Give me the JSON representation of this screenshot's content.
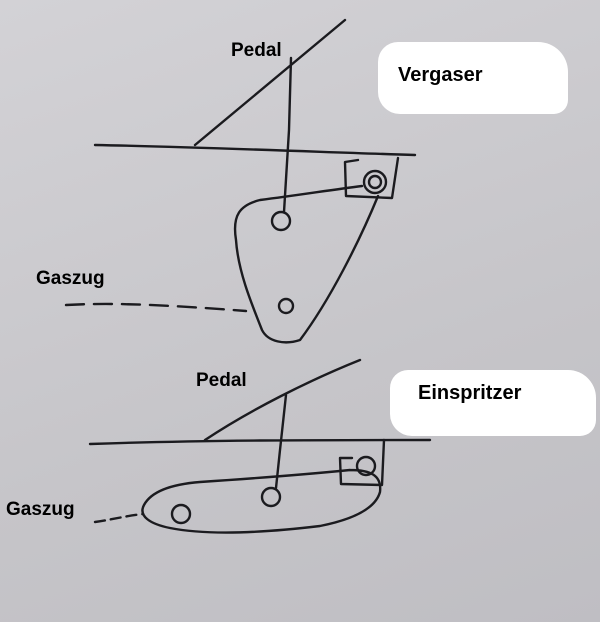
{
  "diagram": {
    "top": {
      "pedal_label": "Pedal",
      "title": "Vergaser",
      "cable_label": "Gaszug"
    },
    "bottom": {
      "pedal_label": "Pedal",
      "title": "Einspritzer",
      "cable_label": "Gaszug"
    }
  }
}
